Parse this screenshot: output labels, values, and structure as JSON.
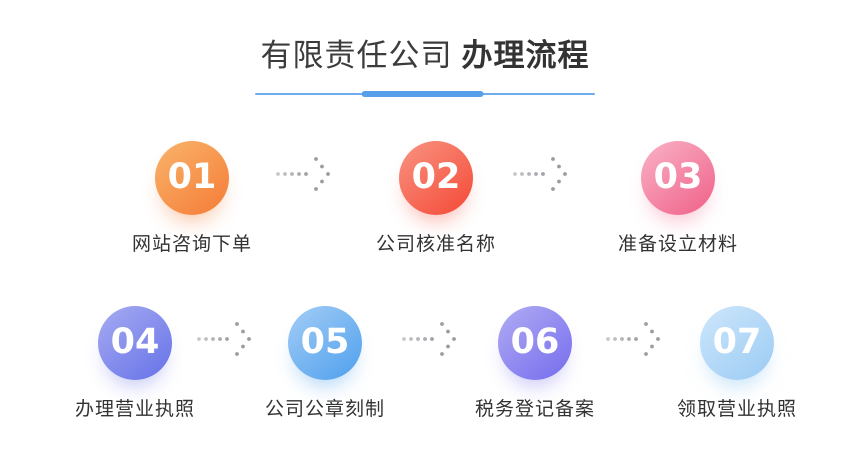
{
  "title": {
    "regular": "有限责任公司",
    "bold": "办理流程"
  },
  "accent": {
    "title_color": "#3C3C3C",
    "label_color": "#333333",
    "underline_thin": "#6FACEC",
    "underline_thick": "#57A0E9",
    "arrow_dot": "#9B9BA1"
  },
  "steps": [
    {
      "number": "01",
      "label": "网站咨询下单",
      "color_light": "#F9B168",
      "color_dark": "#F5813C",
      "shadow": "rgba(245,129,60,0.45)"
    },
    {
      "number": "02",
      "label": "公司核准名称",
      "color_light": "#F9907E",
      "color_dark": "#F4503D",
      "shadow": "rgba(244,80,61,0.40)"
    },
    {
      "number": "03",
      "label": "准备设立材料",
      "color_light": "#F9AFC4",
      "color_dark": "#F0688E",
      "shadow": "rgba(240,104,142,0.40)"
    },
    {
      "number": "04",
      "label": "办理营业执照",
      "color_light": "#A3A9F1",
      "color_dark": "#6C77E9",
      "shadow": "rgba(108,119,233,0.40)"
    },
    {
      "number": "05",
      "label": "公司公章刻制",
      "color_light": "#9FCBF5",
      "color_dark": "#57A4EE",
      "shadow": "rgba(87,164,238,0.45)"
    },
    {
      "number": "06",
      "label": "税务登记备案",
      "color_light": "#AEA9F3",
      "color_dark": "#7B72EE",
      "shadow": "rgba(123,114,238,0.40)"
    },
    {
      "number": "07",
      "label": "领取营业执照",
      "color_light": "#CBE5FA",
      "color_dark": "#A0CEF5",
      "shadow": "rgba(160,206,245,0.60)"
    }
  ]
}
